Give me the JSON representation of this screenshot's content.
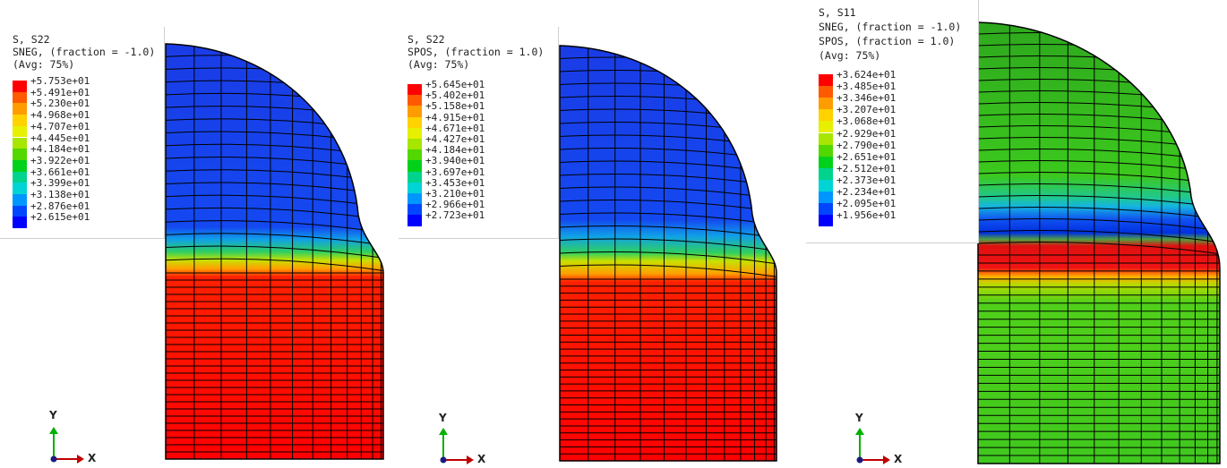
{
  "panels": [
    {
      "header": [
        "S, S22",
        "SNEG, (fraction = -1.0)",
        "(Avg: 75%)"
      ],
      "ticks": [
        "+5.753e+01",
        "+5.491e+01",
        "+5.230e+01",
        "+4.968e+01",
        "+4.707e+01",
        "+4.445e+01",
        "+4.184e+01",
        "+3.922e+01",
        "+3.661e+01",
        "+3.399e+01",
        "+3.138e+01",
        "+2.876e+01",
        "+2.615e+01"
      ],
      "axis_y": "Y",
      "axis_x": "X"
    },
    {
      "header": [
        "S, S22",
        "SPOS, (fraction = 1.0)",
        "(Avg: 75%)"
      ],
      "ticks": [
        "+5.645e+01",
        "+5.402e+01",
        "+5.158e+01",
        "+4.915e+01",
        "+4.671e+01",
        "+4.427e+01",
        "+4.184e+01",
        "+3.940e+01",
        "+3.697e+01",
        "+3.453e+01",
        "+3.210e+01",
        "+2.966e+01",
        "+2.723e+01"
      ],
      "axis_y": "Y",
      "axis_x": "X"
    },
    {
      "header": [
        "S, S11",
        "SNEG, (fraction = -1.0)",
        "SPOS, (fraction = 1.0)",
        "(Avg: 75%)"
      ],
      "ticks": [
        "+3.624e+01",
        "+3.485e+01",
        "+3.346e+01",
        "+3.207e+01",
        "+3.068e+01",
        "+2.929e+01",
        "+2.790e+01",
        "+2.651e+01",
        "+2.512e+01",
        "+2.373e+01",
        "+2.234e+01",
        "+2.095e+01",
        "+1.956e+01"
      ],
      "axis_y": "Y",
      "axis_x": "X"
    }
  ],
  "colors": {
    "contour": [
      "#ff0000",
      "#ff5a00",
      "#ff9c00",
      "#ffd200",
      "#e6f000",
      "#a6e600",
      "#52d700",
      "#00d11a",
      "#00d48c",
      "#00d4d4",
      "#0096ff",
      "#0046ff",
      "#0000ff"
    ],
    "mesh": "#000000"
  }
}
